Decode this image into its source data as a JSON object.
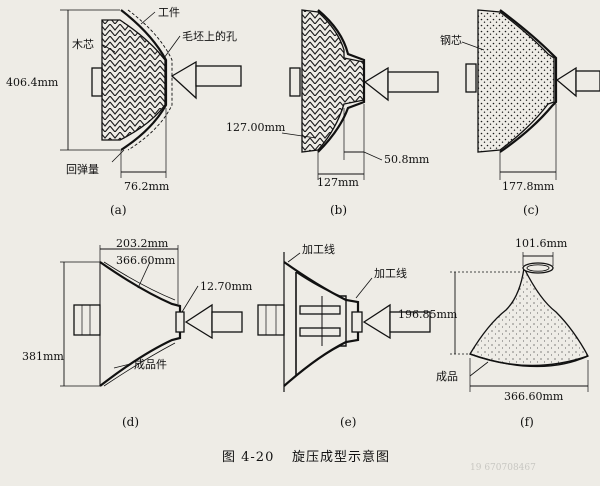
{
  "caption": {
    "number": "图 4-20",
    "title": "旋压成型示意图"
  },
  "panels": {
    "a": {
      "sub": "(a)",
      "mandrel": "木芯",
      "workpiece": "工件",
      "blank_hole": "毛坯上的孔",
      "dim_height": "406.4mm",
      "springback": "回弹量",
      "dim_depth": "76.2mm"
    },
    "b": {
      "sub": "(b)",
      "dim_radius": "127.00mm",
      "dim_depth": "127mm",
      "dim_offset": "50.8mm"
    },
    "c": {
      "sub": "(c)",
      "steel_core": "钢芯",
      "dim_depth": "177.8mm"
    },
    "d": {
      "sub": "(d)",
      "dim_top": "203.2mm",
      "dim_dia": "366.60mm",
      "dim_hole": "12.70mm",
      "dim_height": "381mm",
      "finished": "成品件"
    },
    "e": {
      "sub": "(e)",
      "work_line_1": "加工线",
      "work_line_2": "加工线"
    },
    "f": {
      "sub": "(f)",
      "dim_top": "101.6mm",
      "dim_height": "196.85mm",
      "product": "成品",
      "dim_base": "366.60mm"
    }
  },
  "watermark": "19 670708467"
}
